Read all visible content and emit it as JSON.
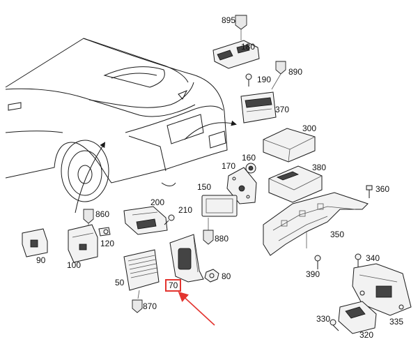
{
  "labels": {
    "l895": "895",
    "l180": "180",
    "l190": "190",
    "l890": "890",
    "l370": "370",
    "l300": "300",
    "l160": "160",
    "l170": "170",
    "l380": "380",
    "l360": "360",
    "l150": "150",
    "l200": "200",
    "l210": "210",
    "l860": "860",
    "l350": "350",
    "l880": "880",
    "l120": "120",
    "l90": "90",
    "l100": "100",
    "l80": "80",
    "l340": "340",
    "l390": "390",
    "l50": "50",
    "l70": "70",
    "l870": "870",
    "l330": "330",
    "l335": "335",
    "l320": "320"
  },
  "colors": {
    "highlight": "#e3342f",
    "ink": "#1a1a1a",
    "background": "#ffffff"
  },
  "highlighted_part": "70"
}
